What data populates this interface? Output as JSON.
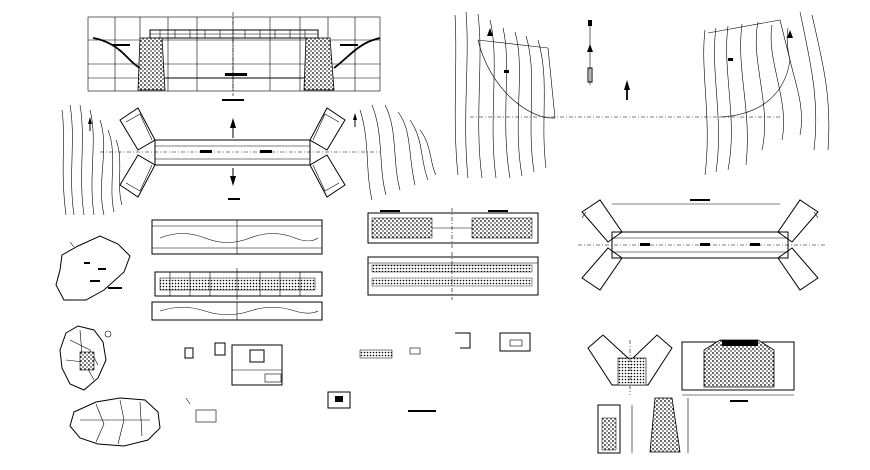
{
  "sheet": {
    "background": "#ffffff",
    "ink": "#000000",
    "panels": [
      "bridge-elevation",
      "bridge-plan",
      "site-contour-plan",
      "deck-plan-strip-1",
      "deck-plan-strip-2",
      "deck-plan-strip-3",
      "longitudinal-section-top",
      "longitudinal-section-bottom",
      "bridge-plan-right",
      "location-map",
      "district-map",
      "region-map",
      "small-details",
      "wingwall-plan",
      "abutment-section",
      "abutment-details"
    ]
  }
}
